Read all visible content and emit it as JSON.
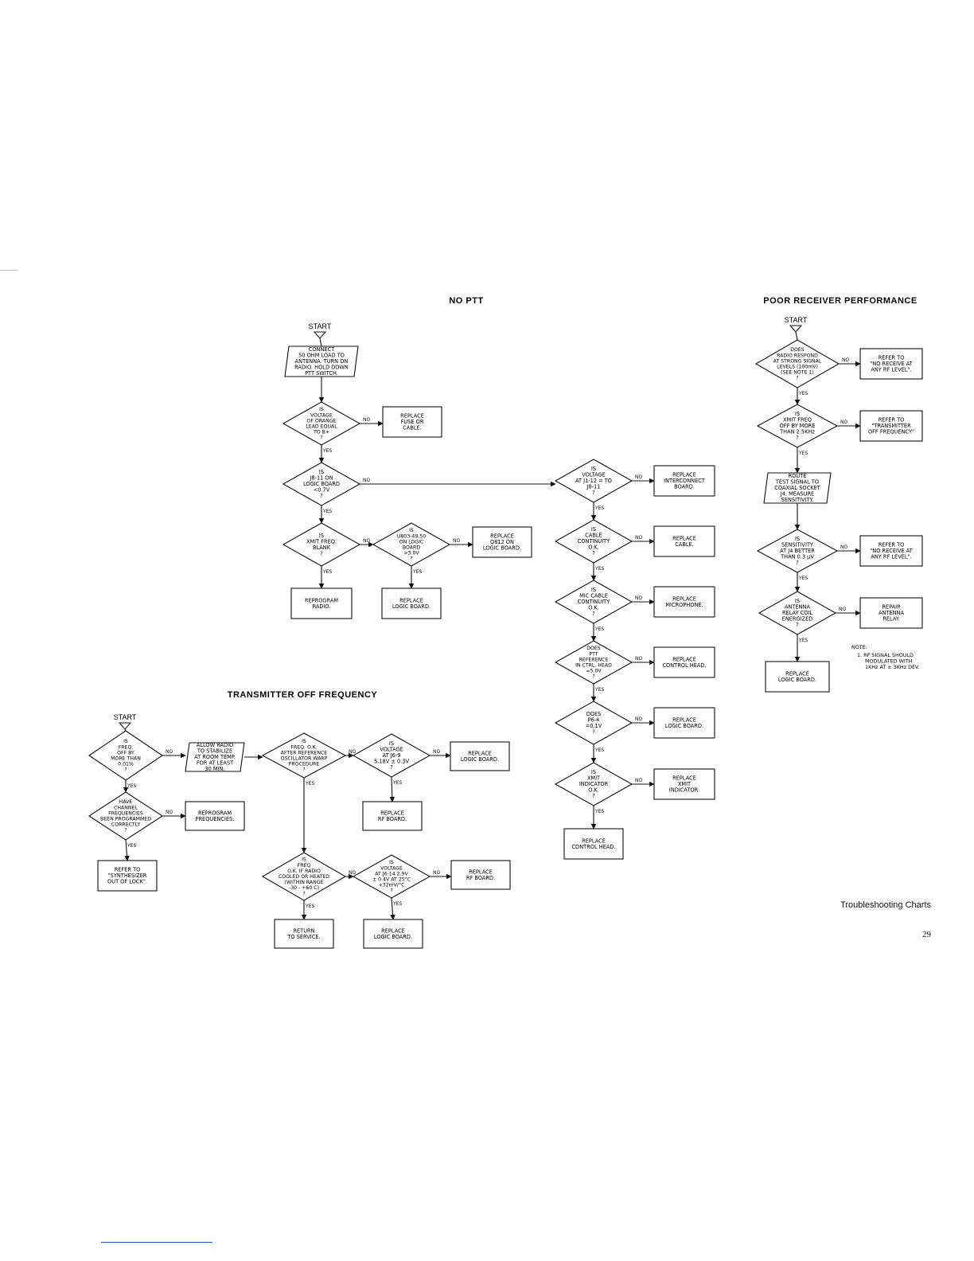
{
  "page": {
    "footer_title": "Troubleshooting Charts",
    "page_number": "29"
  },
  "charts": [
    {
      "title": "NO PTT",
      "start": "START",
      "nodes": [
        {
          "id": "p1",
          "type": "io",
          "text": [
            "CONNECT",
            "50 OHM LOAD TO",
            "ANTENNA. TURN ON",
            "RADIO. HOLD DOWN",
            "PTT SWITCH."
          ]
        },
        {
          "id": "p2",
          "type": "decision",
          "text": [
            "IS",
            "VOLTAGE",
            "OF ORANGE",
            "LEAD EQUAL",
            "TO B+",
            "?"
          ]
        },
        {
          "id": "p3",
          "type": "process",
          "text": [
            "REPLACE",
            "FUSE OR",
            "CABLE."
          ]
        },
        {
          "id": "p4",
          "type": "decision",
          "text": [
            "IS",
            "J8-11 ON",
            "LOGIC BOARD",
            "<0.7V",
            "?"
          ]
        },
        {
          "id": "p5",
          "type": "decision",
          "text": [
            "IS",
            "XMIT FREQ.",
            "BLANK",
            "?"
          ]
        },
        {
          "id": "p6",
          "type": "decision",
          "text": [
            "IS",
            "U803-49,50",
            "ON LOGIC",
            "BOARD",
            ">3.0V",
            "?"
          ]
        },
        {
          "id": "p7",
          "type": "process",
          "text": [
            "REPLACE",
            "Q812 ON",
            "LOGIC BOARD."
          ]
        },
        {
          "id": "p8",
          "type": "process",
          "text": [
            "REPROGRAM",
            "RADIO."
          ]
        },
        {
          "id": "p9",
          "type": "process",
          "text": [
            "REPLACE",
            "LOGIC BOARD."
          ]
        },
        {
          "id": "q1",
          "type": "decision",
          "text": [
            "IS",
            "VOLTAGE",
            "AT J1-12 = TO",
            "J8-11",
            "?"
          ]
        },
        {
          "id": "q2",
          "type": "process",
          "text": [
            "REPLACE",
            "INTERCONNECT",
            "BOARD."
          ]
        },
        {
          "id": "q3",
          "type": "decision",
          "text": [
            "IS",
            "CABLE",
            "CONTINUITY",
            "O.K.",
            "?"
          ]
        },
        {
          "id": "q4",
          "type": "process",
          "text": [
            "REPLACE",
            "CABLE."
          ]
        },
        {
          "id": "q5",
          "type": "decision",
          "text": [
            "IS",
            "MIC CABLE",
            "CONTINUITY",
            "O.K.",
            "?"
          ]
        },
        {
          "id": "q6",
          "type": "process",
          "text": [
            "REPLACE",
            "MICROPHONE."
          ]
        },
        {
          "id": "q7",
          "type": "decision",
          "text": [
            "DOES",
            "PTT",
            "REFERENCE",
            "IN CTRL. HEAD",
            "=5.0V",
            "?"
          ]
        },
        {
          "id": "q8",
          "type": "process",
          "text": [
            "REPLACE",
            "CONTROL HEAD."
          ]
        },
        {
          "id": "q9",
          "type": "decision",
          "text": [
            "DOES",
            "P6-4",
            "=0.1V",
            "?"
          ]
        },
        {
          "id": "q10",
          "type": "process",
          "text": [
            "REPLACE",
            "LOGIC BOARD."
          ]
        },
        {
          "id": "q11",
          "type": "decision",
          "text": [
            "IS",
            "XMIT",
            "INDICATOR",
            "O.K.",
            "?"
          ]
        },
        {
          "id": "q12",
          "type": "process",
          "text": [
            "REPLACE",
            "XMIT",
            "INDICATOR."
          ]
        },
        {
          "id": "q13",
          "type": "process",
          "text": [
            "REPLACE",
            "CONTROL HEAD."
          ]
        }
      ]
    },
    {
      "title": "POOR RECEIVER PERFORMANCE",
      "start": "START",
      "nodes": [
        {
          "id": "r1",
          "type": "decision",
          "text": [
            "DOES",
            "RADIO RESPOND",
            "AT STRONG SIGNAL",
            "LEVELS (100mV)",
            "(SEE NOTE 1)",
            "?"
          ]
        },
        {
          "id": "r2",
          "type": "process",
          "text": [
            "REFER TO",
            "\"NO RECEIVE AT",
            "ANY RF LEVEL\"."
          ]
        },
        {
          "id": "r3",
          "type": "decision",
          "text": [
            "IS",
            "XMIT FREQ",
            "OFF BY MORE",
            "THAN 2.5KHz",
            "?"
          ]
        },
        {
          "id": "r4",
          "type": "process",
          "text": [
            "REFER TO",
            "\"TRANSMITTER",
            "OFF FREQUENCY\""
          ]
        },
        {
          "id": "r5",
          "type": "io",
          "text": [
            "ROUTE",
            "TEST SIGNAL TO",
            "COAXIAL SOCKET",
            "J4. MEASURE",
            "SENSITIVITY."
          ]
        },
        {
          "id": "r6",
          "type": "decision",
          "text": [
            "IS",
            "SENSITIVITY",
            "AT J4 BETTER",
            "THAN 0.3 µV",
            "?"
          ]
        },
        {
          "id": "r7",
          "type": "process",
          "text": [
            "REFER TO",
            "\"NO RECEIVE AT",
            "ANY RF LEVEL\"."
          ]
        },
        {
          "id": "r8",
          "type": "decision",
          "text": [
            "IS",
            "ANTENNA",
            "RELAY COIL",
            "ENERGIZED",
            "?"
          ]
        },
        {
          "id": "r9",
          "type": "process",
          "text": [
            "REPAIR",
            "ANTENNA",
            "RELAY."
          ]
        },
        {
          "id": "r10",
          "type": "process",
          "text": [
            "REPLACE",
            "LOGIC BOARD."
          ]
        }
      ],
      "note": {
        "label": "NOTE:",
        "lines": [
          "1. RF SIGNAL SHOULD",
          "MODULATED WITH",
          "1KHz AT ± 3KHz DEV."
        ]
      }
    },
    {
      "title": "TRANSMITTER OFF FREQUENCY",
      "start": "START",
      "nodes": [
        {
          "id": "t1",
          "type": "decision",
          "text": [
            "IS",
            "FREQ.",
            "OFF BY",
            "MORE THAN",
            "0.01%",
            "?"
          ]
        },
        {
          "id": "t2",
          "type": "io",
          "text": [
            "ALLOW RADIO",
            "TO STABILIZE",
            "AT ROOM TEMP.",
            "FOR AT LEAST",
            "30 MIN."
          ]
        },
        {
          "id": "t3",
          "type": "decision",
          "text": [
            "IS",
            "FREQ. O.K.",
            "AFTER REFERENCE",
            "OSCILLATOR WARP",
            "PROCEDURE",
            "?"
          ]
        },
        {
          "id": "t4",
          "type": "decision",
          "text": [
            "IS",
            "VOLTAGE",
            "AT J6-9",
            "5.18V ± 0.3V",
            "?"
          ]
        },
        {
          "id": "t5",
          "type": "process",
          "text": [
            "REPLACE",
            "LOGIC BOARD."
          ]
        },
        {
          "id": "t6",
          "type": "process",
          "text": [
            "REPLACE",
            "RF BOARD."
          ]
        },
        {
          "id": "t7",
          "type": "decision",
          "text": [
            "HAVE",
            "CHANNEL",
            "FREQUENCIES",
            "BEEN PROGRAMMED",
            "CORRECTLY",
            "?"
          ]
        },
        {
          "id": "t8",
          "type": "process",
          "text": [
            "REPROGRAM",
            "FREQUENCIES."
          ]
        },
        {
          "id": "t9",
          "type": "process",
          "text": [
            "REFER TO",
            "\"SYNTHESIZER",
            "OUT OF LOCK\"."
          ]
        },
        {
          "id": "t10",
          "type": "decision",
          "text": [
            "IS",
            "FREQ",
            "O.K. IF RADIO",
            "COOLED OR HEATED",
            "(WITHIN RANGE",
            "-30 - +60 C)",
            "?"
          ]
        },
        {
          "id": "t11",
          "type": "decision",
          "text": [
            "IS",
            "VOLTAGE",
            "AT J6-14 2.9V",
            "± 0.4V AT 25°C",
            "+32mV/°C",
            "?"
          ]
        },
        {
          "id": "t12",
          "type": "process",
          "text": [
            "REPLACE",
            "RF BOARD."
          ]
        },
        {
          "id": "t13",
          "type": "process",
          "text": [
            "RETURN",
            "TO SERVICE."
          ]
        },
        {
          "id": "t14",
          "type": "process",
          "text": [
            "REPLACE",
            "LOGIC BOARD."
          ]
        }
      ]
    }
  ],
  "labels": {
    "yes": "YES",
    "no": "NO"
  }
}
